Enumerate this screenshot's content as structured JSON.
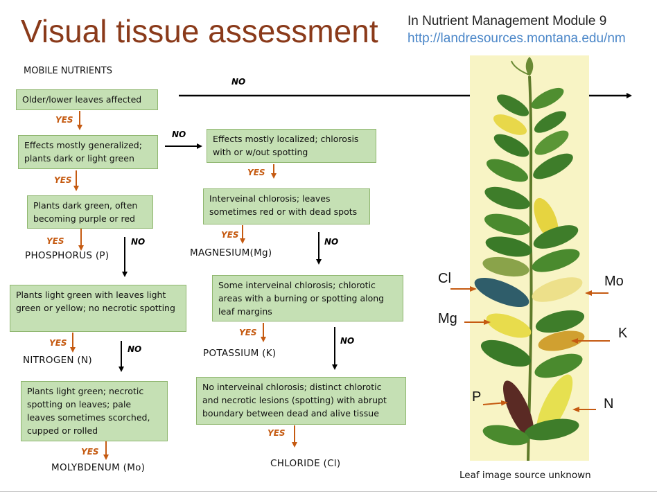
{
  "header": {
    "title": "Visual tissue assessment",
    "ref_line1": "In Nutrient Management Module 9",
    "ref_line2": "http://landresources.montana.edu/nm"
  },
  "section_label": "MOBILE NUTRIENTS",
  "boxes": {
    "older_leaves": "Older/lower leaves affected",
    "generalized": "Effects mostly generalized; plants dark or light green",
    "dark_green": "Plants dark green, often becoming purple or red",
    "light_green": "Plants light green with leaves light green or yellow; no necrotic spotting",
    "necrotic": "Plants light green; necrotic spotting on leaves; pale leaves sometimes scorched, cupped or rolled",
    "localized": "Effects mostly localized; chlorosis with or w/out spotting",
    "interveinal": "Interveinal chlorosis; leaves sometimes red or with dead spots",
    "some_interveinal": "Some interveinal chlorosis; chlorotic areas with a burning or spotting along leaf margins",
    "no_interveinal": "No interveinal chlorosis; distinct chlorotic and necrotic lesions (spotting) with abrupt boundary between dead and alive tissue"
  },
  "answers": {
    "yes": "YES",
    "no": "NO"
  },
  "results": {
    "phosphorus": "PHOSPHORUS (P)",
    "nitrogen": "NITROGEN (N)",
    "molybdenum": "MOLYBDENUM (Mo)",
    "magnesium": "MAGNESIUM(Mg)",
    "potassium": "POTASSIUM (K)",
    "chloride": "CHLORIDE (Cl)"
  },
  "leaf_labels": {
    "cl": "Cl",
    "mo": "Mo",
    "mg": "Mg",
    "k": "K",
    "p": "P",
    "n": "N"
  },
  "caption": "Leaf image source unknown",
  "colors": {
    "title": "#8a3a1a",
    "link": "#4a86c8",
    "box_fill": "#c5e0b4",
    "box_border": "#8fb66f",
    "yes_arrow": "#c55a11",
    "no_arrow": "#000000",
    "plant_background": "#f8f4c5"
  }
}
